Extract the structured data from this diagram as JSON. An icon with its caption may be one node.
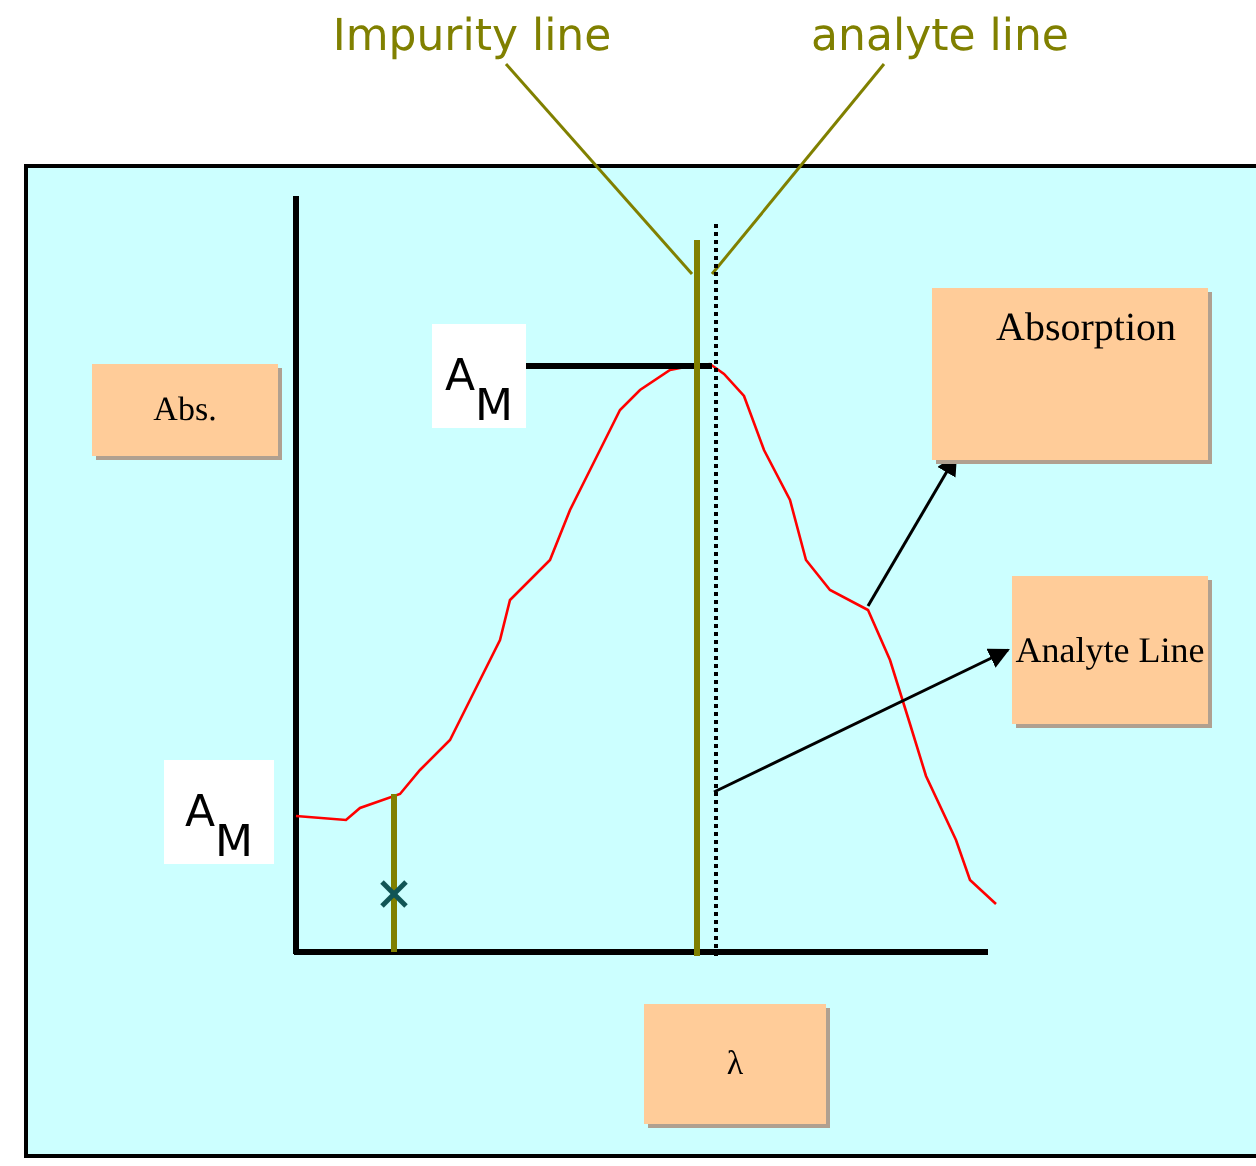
{
  "diagram": {
    "nodes": [
      {
        "text": [],
        "shape": "box"
      },
      {
        "text": [
          "Impurity line"
        ]
      },
      {
        "text": [
          "analyte line"
        ]
      },
      {
        "text": [],
        "shape": "line",
        "in": 0
      },
      {
        "text": [],
        "shape": "line",
        "in": 0
      },
      {
        "text": [
          "Absorption"
        ],
        "in": 0
      },
      {
        "text": [
          "Analyte Line"
        ],
        "in": 0
      },
      {
        "text": [
          "Abs."
        ],
        "in": 0
      },
      {
        "text": [
          "A$_{M}$"
        ],
        "in": 0
      },
      {
        "text": [
          "A$_{M}$"
        ],
        "in": 0
      },
      {
        "text": [
          "λ"
        ],
        "in": 0
      }
    ],
    "edges": [
      {
        "from": 1,
        "to": 3,
        "arrow": "none",
        "color": "#808000"
      },
      {
        "from": 2,
        "to": 4,
        "arrow": "none",
        "color": "#808000"
      },
      {
        "from": null,
        "to": 5,
        "arrow": "to"
      },
      {
        "from": 4,
        "to": 6,
        "arrow": "to"
      },
      {
        "from": 8,
        "to": 4,
        "arrow": "none",
        "style": "thick"
      }
    ]
  }
}
